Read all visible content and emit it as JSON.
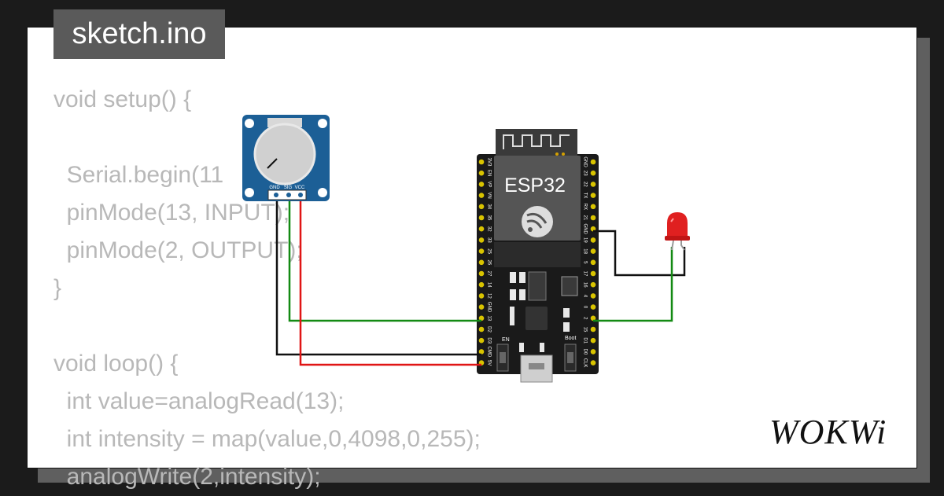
{
  "tab": {
    "title": "sketch.ino"
  },
  "code": {
    "lines": [
      "void setup() {",
      "",
      "  Serial.begin(11",
      "  pinMode(13, INPUT);",
      "  pinMode(2, OUTPUT);",
      "}",
      "",
      "void loop() {",
      "  int value=analogRead(13);",
      "  int intensity = map(value,0,4098,0,255);",
      "  analogWrite(2,intensity);"
    ]
  },
  "board": {
    "name": "ESP32",
    "left_pins": [
      "3V3",
      "EN",
      "VP",
      "VN",
      "34",
      "35",
      "32",
      "33",
      "25",
      "26",
      "27",
      "14",
      "12",
      "GND",
      "13",
      "D2",
      "D3",
      "CMD",
      "5V"
    ],
    "right_pins": [
      "GND",
      "23",
      "22",
      "TX",
      "RX",
      "21",
      "GND",
      "19",
      "18",
      "5",
      "17",
      "16",
      "4",
      "0",
      "2",
      "15",
      "D1",
      "D0",
      "CLK"
    ],
    "button_en": "EN",
    "button_boot": "Boot"
  },
  "potentiometer": {
    "pins": [
      "GND",
      "SIG",
      "VCC"
    ]
  },
  "colors": {
    "wire_green": "#138a13",
    "wire_red": "#e01515",
    "wire_black": "#111111",
    "pot_blue": "#1c5f96",
    "led_red": "#e02020"
  },
  "brand": {
    "logo": "WOKWi"
  }
}
